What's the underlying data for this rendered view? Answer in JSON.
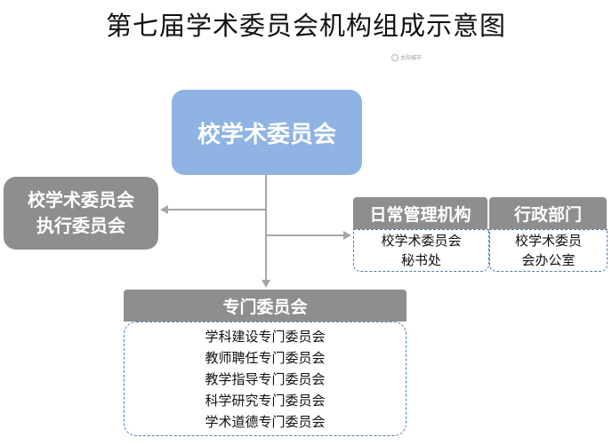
{
  "title": "第七届学术委员会机构组成示意图",
  "watermark": "太阳城市",
  "root": {
    "label": "校学术委员会"
  },
  "executive": {
    "line1": "校学术委员会",
    "line2": "执行委员会"
  },
  "daily": {
    "header": "日常管理机构",
    "line1": "校学术委员会",
    "line2": "秘书处"
  },
  "admin": {
    "header": "行政部门",
    "line1": "校学术委员",
    "line2": "会办公室"
  },
  "special": {
    "header": "专门委员会",
    "items": [
      "学科建设专门委员会",
      "教师聘任专门委员会",
      "教学指导专门委员会",
      "科学研究专门委员会",
      "学术道德专门委员会"
    ]
  },
  "colors": {
    "root_fill": "#8fb4e3",
    "header_fill": "#8e8e8e",
    "dashed_border": "#4a7fb5",
    "connector": "#a6a6a6"
  }
}
